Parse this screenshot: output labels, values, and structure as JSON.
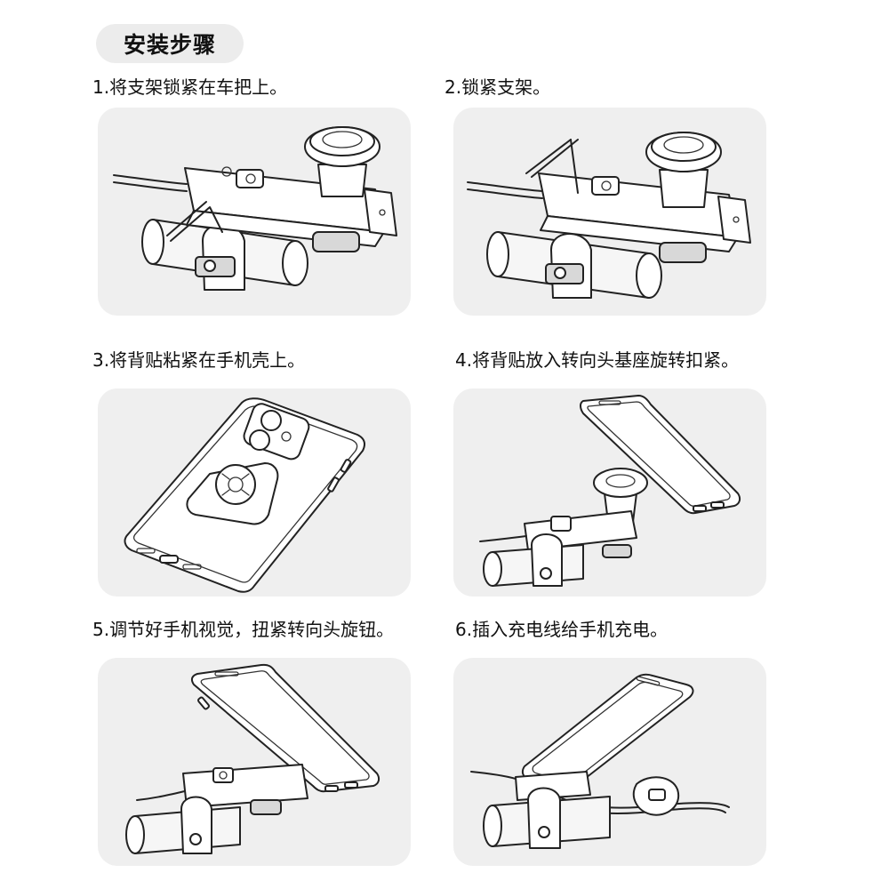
{
  "header": {
    "title": "安装步骤"
  },
  "steps": [
    {
      "label": "1.将支架锁紧在车把上。"
    },
    {
      "label": "2.锁紧支架。"
    },
    {
      "label": "3.将背贴粘紧在手机壳上。"
    },
    {
      "label": "4.将背贴放入转向头基座旋转扣紧。"
    },
    {
      "label": "5.调节好手机视觉，扭紧转向头旋钮。"
    },
    {
      "label": "6.插入充电线给手机充电。"
    }
  ],
  "colors": {
    "panel_background": "#efefef",
    "title_pill": "#ececec",
    "line_art": "#222222"
  }
}
